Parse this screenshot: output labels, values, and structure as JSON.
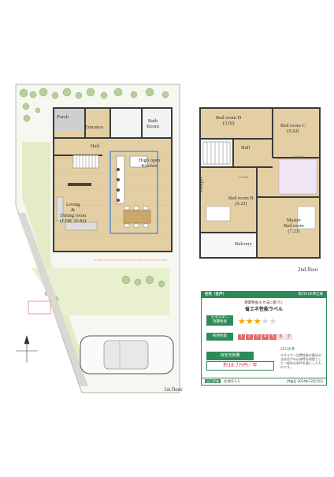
{
  "floor1": {
    "label": "1st.floor",
    "rooms": {
      "porch": "Porch",
      "entrance": "Entrance",
      "bath": "Bath\nRoom",
      "hall": "Hall",
      "kitchen": "High open\nKitchen",
      "ldk": "Living\n&\nDining room\n(LDK 20.8J)"
    }
  },
  "floor2": {
    "label": "2nd.floor",
    "rooms": {
      "bed_d": "Bed room D\n(3.0J)",
      "bed_c": "Bed room C\n(5.0J)",
      "hall": "Hall",
      "closet": "Closet",
      "bed_b": "Bed room B\n(5.2J)",
      "master": "Master\nBed room\n(7.2J)",
      "balcony": "Balcony",
      "parapet": "Parapet",
      "closet2": "Closet"
    }
  },
  "eco_label": {
    "header_left": "住宅（住戸）",
    "header_right": "等ZEH水準仕様",
    "subtitle": "建築物省エネ法に基づく",
    "title": "省エネ性能ラベル",
    "energy_label": "エネルギー\n消費性能",
    "insulation_label": "断熱性能",
    "stars_on": 3,
    "stars_total": 5,
    "insulation_levels": [
      "1",
      "2",
      "3",
      "4",
      "5",
      "6",
      "7"
    ],
    "insulation_level": 5,
    "cost_label": "目安光熱費",
    "cost_value": "約18.7万円／年",
    "zeh_text": "ZEH水準",
    "note": "エネルギー消費性能の算出方法は住戸の仕様等を前提とした一般的な条件を基にしたものです。",
    "footer_tag": "自己評価",
    "footer_text": "評価日 2024年12月15日",
    "footer_left": "住宅ID 1-1"
  },
  "colors": {
    "green": "#2e8b57",
    "wall": "#3a3a3a",
    "wood": "#e4cfa4",
    "lawn": "#e3ecc5",
    "kitchen_outline": "#3f8ed8"
  }
}
